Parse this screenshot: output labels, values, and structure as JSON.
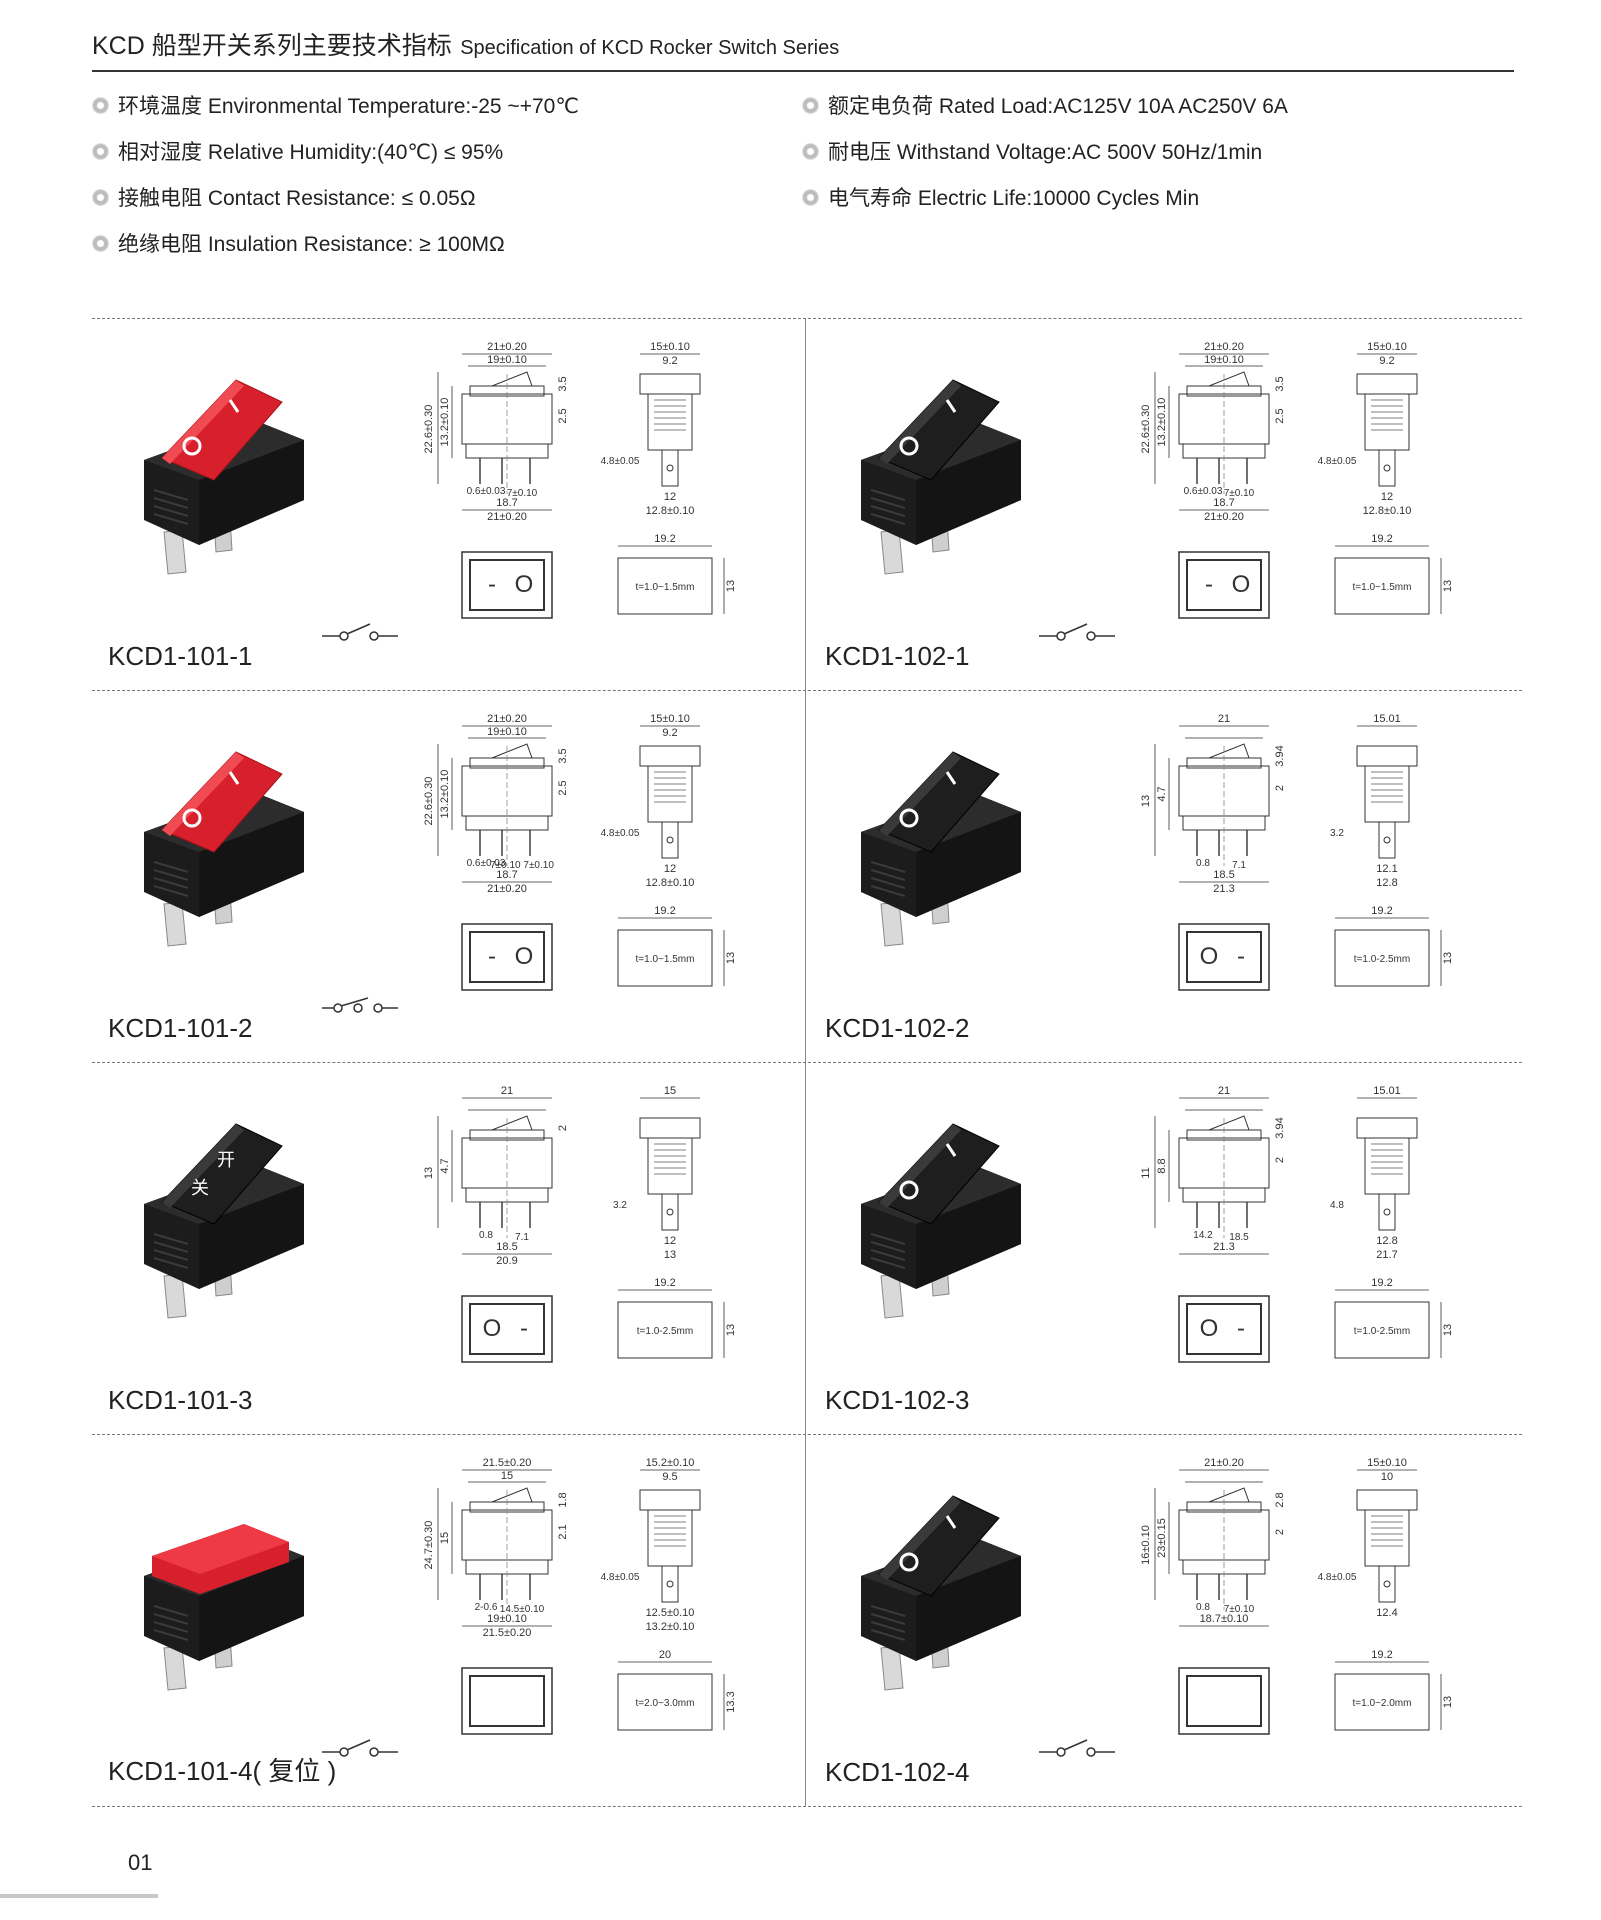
{
  "header": {
    "title_cn": "KCD 船型开关系列主要技术指标",
    "title_en": "Specification of KCD Rocker Switch Series"
  },
  "specs_left": [
    "环境温度 Environmental Temperature:-25 ~+70℃",
    "相对湿度 Relative Humidity:(40℃) ≤ 95%",
    "接触电阻 Contact Resistance: ≤ 0.05Ω",
    "绝缘电阻 Insulation Resistance: ≥ 100MΩ"
  ],
  "specs_right": [
    "额定电负荷 Rated Load:AC125V 10A  AC250V 6A",
    "耐电压 Withstand Voltage:AC 500V 50Hz/1min",
    "电气寿命 Electric Life:10000 Cycles Min"
  ],
  "products": [
    {
      "model": "KCD1-101-1",
      "rocker": "red",
      "symbol": "spst",
      "top": [
        "21±0.20",
        "19±0.10"
      ],
      "side": [
        "22.6±0.30",
        "13.2±0.10"
      ],
      "right_dims": [
        "3.5",
        "2.5"
      ],
      "bottom": [
        "0.6±0.03",
        "7±0.10",
        "18.7",
        "21±0.20"
      ],
      "profile_top": [
        "15±0.10",
        "9.2"
      ],
      "profile_bottom": [
        "4.8±0.05",
        "12",
        "12.8±0.10"
      ],
      "cutout_w": "19.2",
      "cutout_h": "13",
      "thickness": "t=1.0~1.5mm",
      "face": [
        "-",
        "O"
      ]
    },
    {
      "model": "KCD1-102-1",
      "rocker": "black",
      "symbol": "spst",
      "top": [
        "21±0.20",
        "19±0.10"
      ],
      "side": [
        "22.6±0.30",
        "13.2±0.10"
      ],
      "right_dims": [
        "3.5",
        "2.5"
      ],
      "bottom": [
        "0.6±0.03",
        "7±0.10",
        "18.7",
        "21±0.20"
      ],
      "profile_top": [
        "15±0.10",
        "9.2"
      ],
      "profile_bottom": [
        "4.8±0.05",
        "12",
        "12.8±0.10"
      ],
      "cutout_w": "19.2",
      "cutout_h": "13",
      "thickness": "t=1.0~1.5mm",
      "face": [
        "-",
        "O"
      ]
    },
    {
      "model": "KCD1-101-2",
      "rocker": "red",
      "symbol": "spdt",
      "top": [
        "21±0.20",
        "19±0.10"
      ],
      "side": [
        "22.6±0.30",
        "13.2±0.10"
      ],
      "right_dims": [
        "3.5",
        "2.5"
      ],
      "bottom": [
        "0.6±0.03",
        "7±0.10 7±0.10",
        "18.7",
        "21±0.20"
      ],
      "profile_top": [
        "15±0.10",
        "9.2"
      ],
      "profile_bottom": [
        "4.8±0.05",
        "12",
        "12.8±0.10"
      ],
      "cutout_w": "19.2",
      "cutout_h": "13",
      "thickness": "t=1.0~1.5mm",
      "face": [
        "-",
        "O"
      ]
    },
    {
      "model": "KCD1-102-2",
      "rocker": "black",
      "symbol": "",
      "top": [
        "21",
        ""
      ],
      "side": [
        "13",
        "4.7"
      ],
      "right_dims": [
        "3.94",
        "2"
      ],
      "bottom": [
        "0.8",
        "7.1",
        "18.5",
        "21.3"
      ],
      "profile_top": [
        "15.01",
        ""
      ],
      "profile_bottom": [
        "3.2",
        "12.1",
        "12.8"
      ],
      "cutout_w": "19.2",
      "cutout_h": "13",
      "thickness": "t=1.0-2.5mm",
      "face": [
        "O",
        "-"
      ]
    },
    {
      "model": "KCD1-101-3",
      "rocker": "black",
      "symbol": "",
      "top": [
        "21",
        ""
      ],
      "side": [
        "13",
        "4.7"
      ],
      "right_dims": [
        "2",
        ""
      ],
      "bottom": [
        "0.8",
        "7.1",
        "18.5",
        "20.9"
      ],
      "profile_top": [
        "15",
        ""
      ],
      "profile_bottom": [
        "3.2",
        "12",
        "13"
      ],
      "cutout_w": "19.2",
      "cutout_h": "13",
      "thickness": "t=1.0-2.5mm",
      "face": [
        "O",
        "-"
      ],
      "rocker_text": [
        "开",
        "关"
      ]
    },
    {
      "model": "KCD1-102-3",
      "rocker": "black",
      "symbol": "",
      "top": [
        "21",
        ""
      ],
      "side": [
        "11",
        "8.8"
      ],
      "right_dims": [
        "3.94",
        "2"
      ],
      "bottom": [
        "14.2",
        "18.5",
        "21.3",
        ""
      ],
      "profile_top": [
        "15.01",
        ""
      ],
      "profile_bottom": [
        "4.8",
        "12.8",
        "21.7"
      ],
      "cutout_w": "19.2",
      "cutout_h": "13",
      "thickness": "t=1.0-2.5mm",
      "face": [
        "O",
        "-"
      ]
    },
    {
      "model": "KCD1-101-4( 复位 )",
      "rocker": "red",
      "symbol": "spst",
      "top": [
        "21.5±0.20",
        "15"
      ],
      "side": [
        "24.7±0.30",
        "15"
      ],
      "right_dims": [
        "1.8",
        "2.1"
      ],
      "bottom": [
        "2-0.6",
        "14.5±0.10",
        "19±0.10",
        "21.5±0.20"
      ],
      "profile_top": [
        "15.2±0.10",
        "9.5"
      ],
      "profile_bottom": [
        "4.8±0.05",
        "12.5±0.10",
        "13.2±0.10"
      ],
      "cutout_w": "20",
      "cutout_h": "13.3",
      "thickness": "t=2.0~3.0mm",
      "face": [
        "",
        ""
      ]
    },
    {
      "model": "KCD1-102-4",
      "rocker": "black",
      "symbol": "spst",
      "top": [
        "21±0.20",
        ""
      ],
      "side": [
        "16±0.10",
        "23±0.15"
      ],
      "right_dims": [
        "2.8",
        "2"
      ],
      "bottom": [
        "0.8",
        "7±0.10",
        "18.7±0.10",
        ""
      ],
      "profile_top": [
        "15±0.10",
        "10"
      ],
      "profile_bottom": [
        "4.8±0.05",
        "12.4",
        ""
      ],
      "cutout_w": "19.2",
      "cutout_h": "13",
      "thickness": "t=1.0~2.0mm",
      "face": [
        "",
        ""
      ]
    }
  ],
  "page_number": "01",
  "colors": {
    "rocker_red": "#d8202c",
    "switch_black": "#1c1c1c"
  }
}
